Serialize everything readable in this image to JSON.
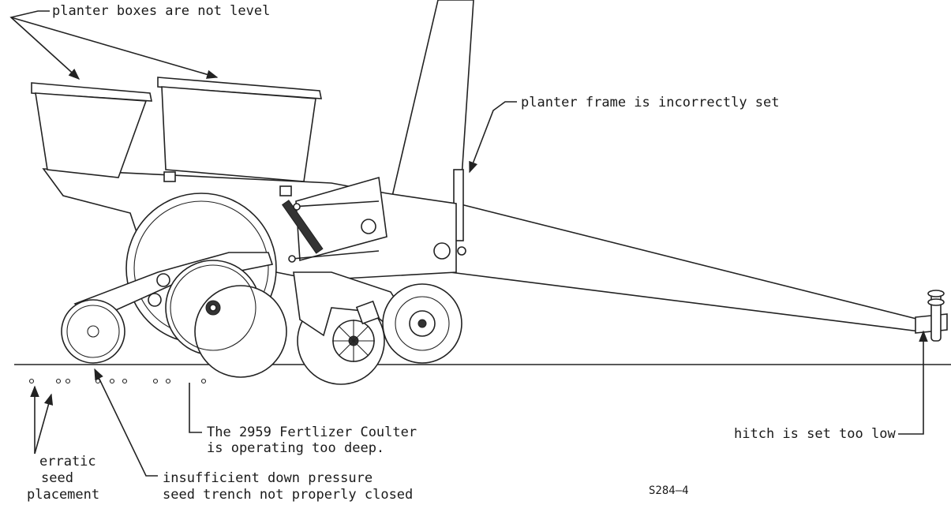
{
  "labels": {
    "planter_boxes": "planter boxes are not level",
    "planter_frame": "planter frame is incorrectly set",
    "fertilizer_coulter_line1": "The 2959 Fertlizer Coulter",
    "fertilizer_coulter_line2": "is operating too deep.",
    "hitch": "hitch is set too low",
    "erratic_line1": "erratic",
    "erratic_line2": "seed",
    "erratic_line3": "placement",
    "down_pressure_line1": "insufficient down pressure",
    "down_pressure_line2": "seed trench not properly closed",
    "figure_code": "S284—4"
  }
}
